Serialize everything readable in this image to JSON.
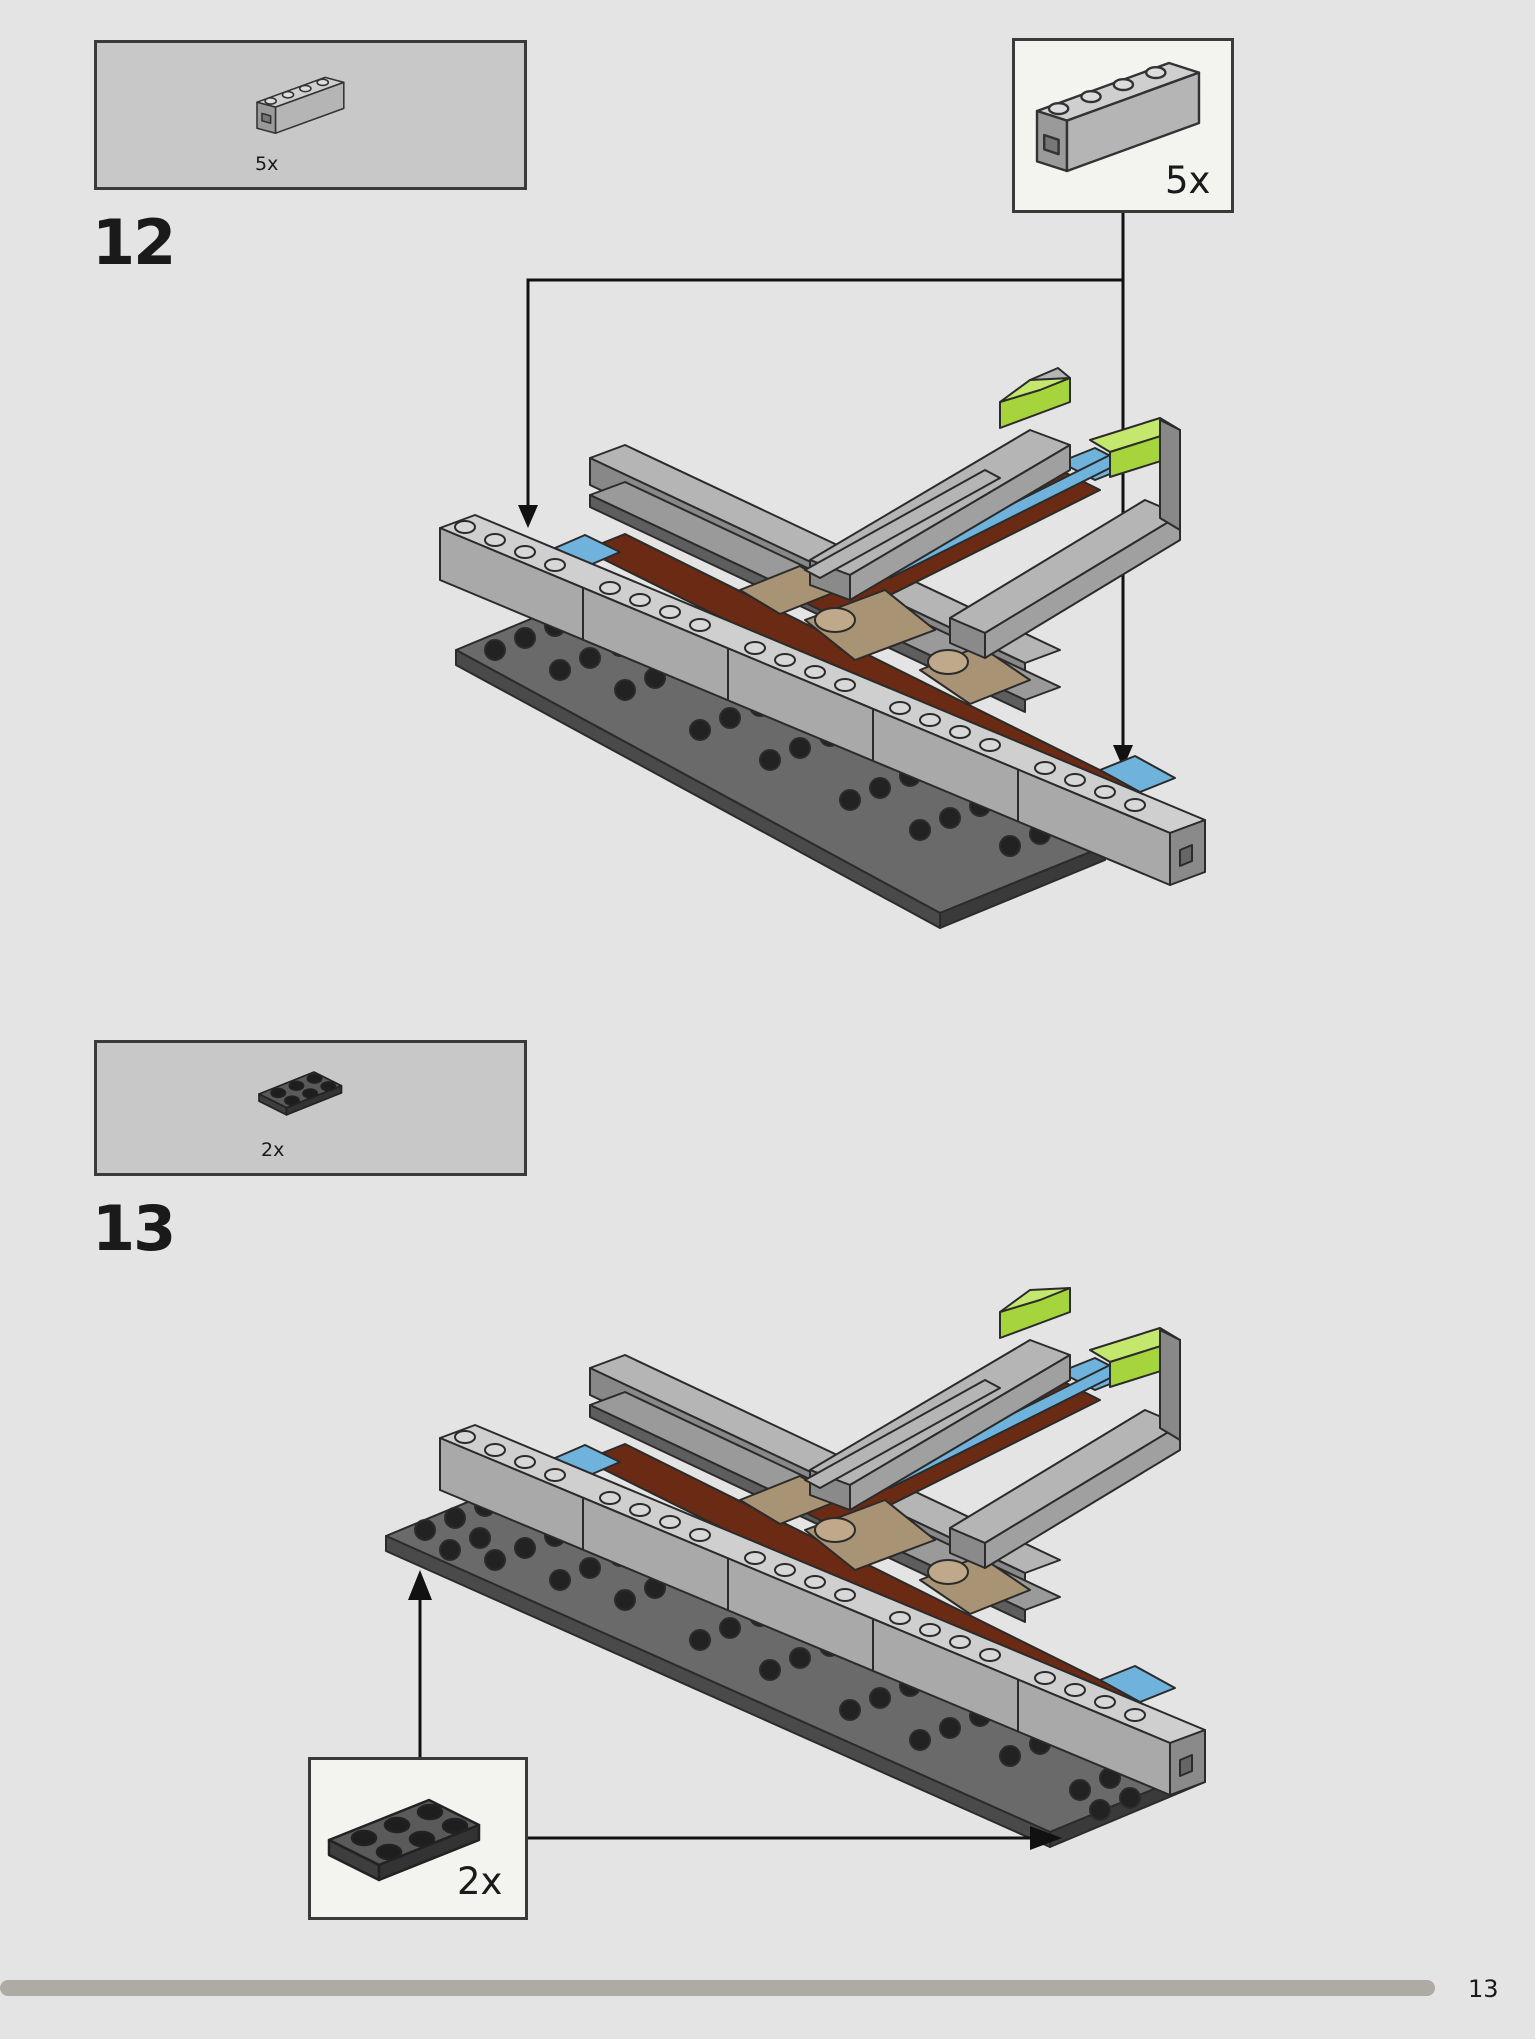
{
  "steps": [
    {
      "number": "12",
      "parts_list": [
        {
          "part": "light-gray-1x4-brick-with-groove",
          "quantity": "5x"
        }
      ],
      "callout": {
        "part": "light-gray-1x4-brick-with-groove",
        "quantity": "5x"
      }
    },
    {
      "number": "13",
      "parts_list": [
        {
          "part": "dark-gray-2x3-plate",
          "quantity": "2x"
        }
      ],
      "callout": {
        "part": "dark-gray-2x3-plate",
        "quantity": "2x"
      }
    }
  ],
  "footer": {
    "page_number": "13",
    "progress": 0.93
  },
  "colors": {
    "background": "#e4e4e4",
    "light_gray": "#a9a9a9",
    "dark_gray": "#5a5a5a",
    "reddish_brown": "#6b2a14",
    "tan": "#a89374",
    "medium_azure": "#6fb3dc",
    "lime": "#a5d43c",
    "parts_box": "#c8c8c8",
    "callout_box": "#f3f3ef"
  }
}
